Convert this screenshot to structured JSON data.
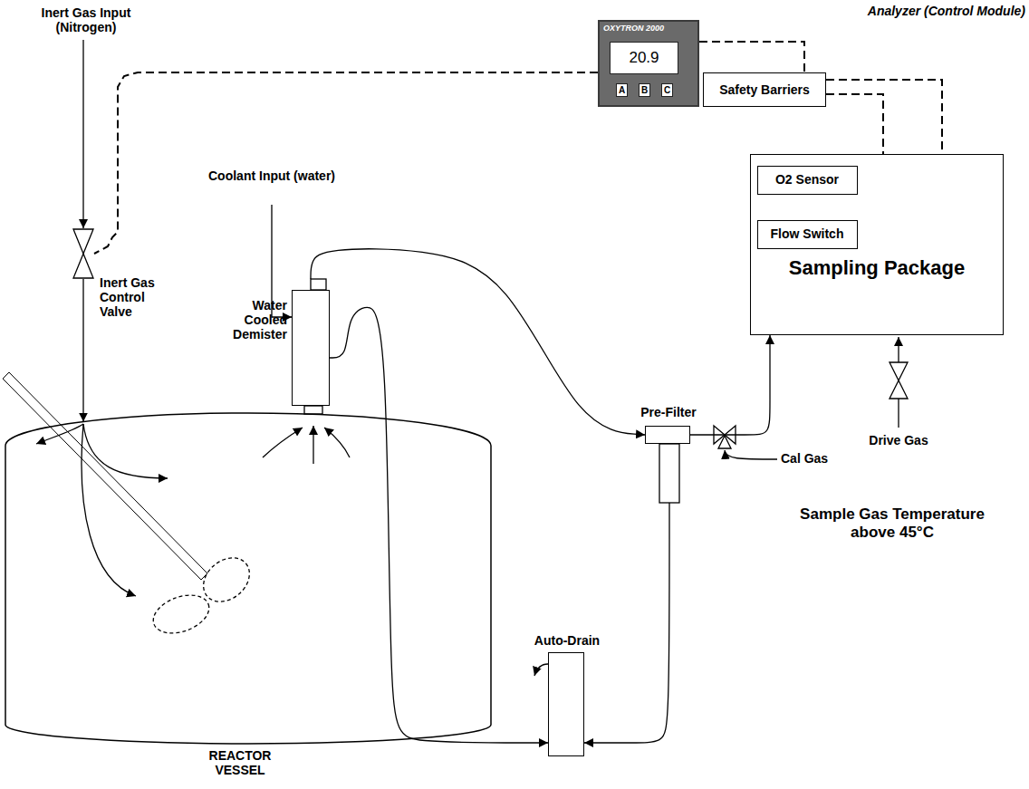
{
  "diagram": {
    "nodes": [
      {
        "text": [
          "Analyzer (Control Module)",
          "OXYTRON 2000"
        ]
      },
      {
        "text": [
          "20.9"
        ],
        "in": 0
      },
      {
        "text": [
          "A"
        ],
        "in": 0
      },
      {
        "text": [
          "B"
        ],
        "in": 0
      },
      {
        "text": [
          "C"
        ],
        "in": 0
      },
      {
        "text": [
          "Safety Barriers"
        ]
      },
      {
        "text": [
          "Sampling Package"
        ]
      },
      {
        "text": [
          "O2 Sensor"
        ],
        "in": 6
      },
      {
        "text": [
          "Flow Switch"
        ],
        "in": 6
      },
      {
        "text": [
          "Inert Gas Control Valve"
        ]
      },
      {
        "text": [
          "Water Cooled Demister"
        ]
      },
      {
        "text": [
          "Pre-Filter"
        ]
      },
      {
        "text": [
          "Auto-Drain"
        ]
      },
      {
        "text": [
          "REACTOR VESSEL"
        ]
      }
    ],
    "edges": [
      {
        "from": 0,
        "to": 5,
        "arrow": "none"
      },
      {
        "from": 5,
        "to": 7,
        "arrow": "none"
      },
      {
        "from": 5,
        "to": 8,
        "arrow": "none"
      },
      {
        "from": 0,
        "to": 9,
        "arrow": "none"
      },
      {
        "from": 9,
        "to": 13,
        "arrow": "to"
      },
      {
        "from": 10,
        "to": 11,
        "arrow": "to"
      },
      {
        "from": 11,
        "to": 6,
        "arrow": "to"
      },
      {
        "from": 10,
        "to": 12,
        "arrow": "to"
      },
      {
        "from": 11,
        "to": 12,
        "arrow": "to"
      }
    ],
    "labels": [
      "Inert Gas Input (Nitrogen)",
      "Coolant Input (water)",
      "Cal Gas",
      "Drive Gas",
      "Sample Gas Temperature above 45°C"
    ]
  }
}
